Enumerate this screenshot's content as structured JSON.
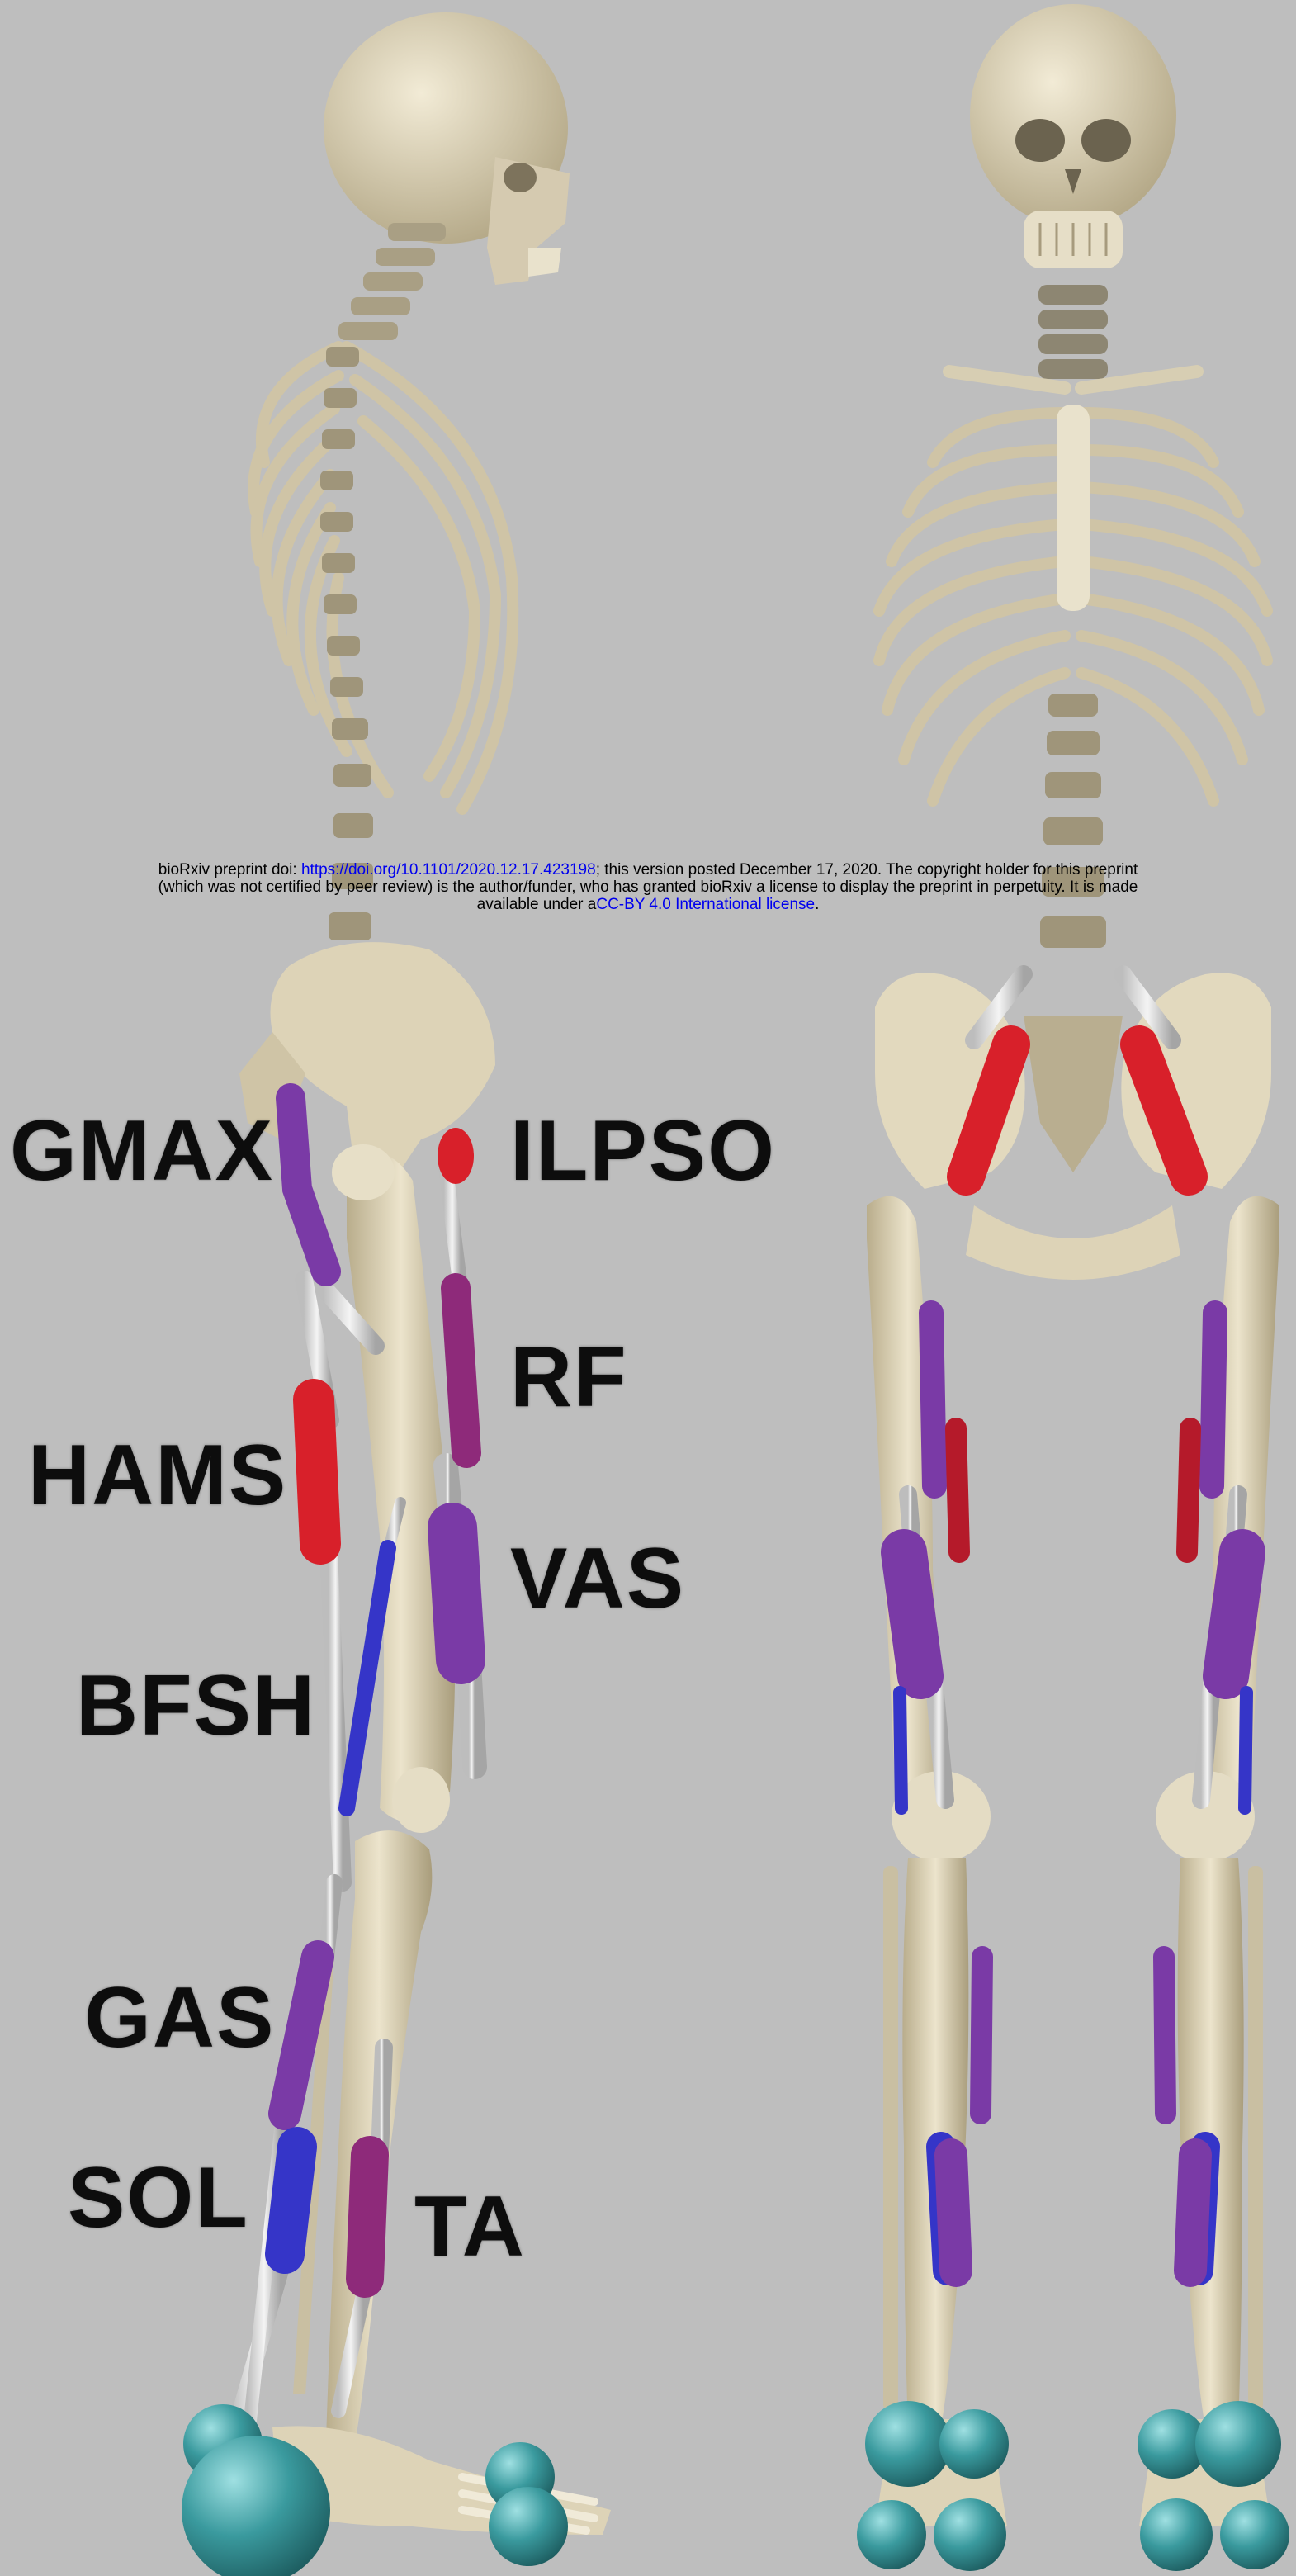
{
  "notice": {
    "prefix": "bioRxiv preprint doi: ",
    "doi_link": "https://doi.org/10.1101/2020.12.17.423198",
    "line1_rest": "; this version posted December 17, 2020. The copyright holder for this preprint",
    "line2": "(which was not certified by peer review) is the author/funder, who has granted bioRxiv a license to display the preprint in perpetuity. It is made",
    "line3_prefix": "available under a",
    "license_link": "CC-BY 4.0 International license",
    "line3_suffix": "."
  },
  "labels": {
    "gmax": "GMAX",
    "ilpso": "ILPSO",
    "rf": "RF",
    "hams": "HAMS",
    "vas": "VAS",
    "bfsh": "BFSH",
    "gas": "GAS",
    "sol": "SOL",
    "ta": "TA"
  },
  "colors": {
    "background": "#bebebe",
    "bone": "#d9cfb4",
    "tendon": "#e8e8e8",
    "muscle_red": "#d8202a",
    "muscle_purple": "#7a3aa6",
    "muscle_magenta": "#8e2a7a",
    "muscle_blue": "#3535c8",
    "foot_contact": "#3a9a9e"
  }
}
